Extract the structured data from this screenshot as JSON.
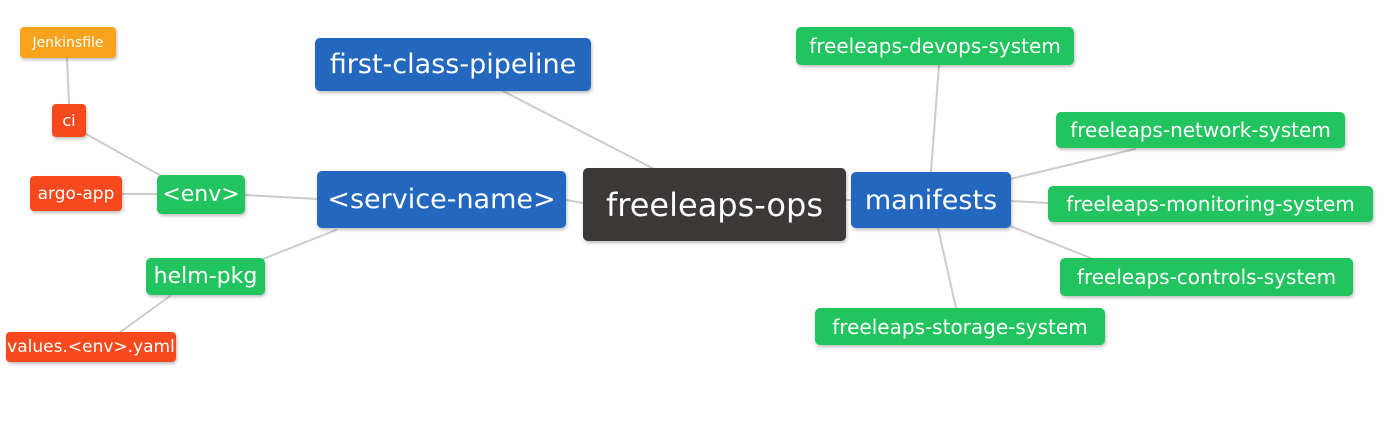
{
  "palette": {
    "root": "#3B3837",
    "blue": "#2367BE",
    "green": "#21C45F",
    "red": "#F7491E",
    "orange": "#F9A21D",
    "edge": "#CCCCCC",
    "text": "#FFFFFF",
    "bg": "#FFFFFF"
  },
  "nodes": [
    {
      "id": "jenkinsfile",
      "label": "Jenkinsfile",
      "color": "orange"
    },
    {
      "id": "ci",
      "label": "ci",
      "color": "red"
    },
    {
      "id": "argo-app",
      "label": "argo-app",
      "color": "red"
    },
    {
      "id": "env",
      "label": "<env>",
      "color": "green"
    },
    {
      "id": "helm-pkg",
      "label": "helm-pkg",
      "color": "green"
    },
    {
      "id": "values-env-yaml",
      "label": "values.<env>.yaml",
      "color": "red"
    },
    {
      "id": "first-class-pipeline",
      "label": "first-class-pipeline",
      "color": "blue"
    },
    {
      "id": "service-name",
      "label": "<service-name>",
      "color": "blue"
    },
    {
      "id": "freeleaps-ops",
      "label": "freeleaps-ops",
      "color": "root"
    },
    {
      "id": "manifests",
      "label": "manifests",
      "color": "blue"
    },
    {
      "id": "freeleaps-devops-system",
      "label": "freeleaps-devops-system",
      "color": "green"
    },
    {
      "id": "freeleaps-network-system",
      "label": "freeleaps-network-system",
      "color": "green"
    },
    {
      "id": "freeleaps-monitoring-system",
      "label": "freeleaps-monitoring-system",
      "color": "green"
    },
    {
      "id": "freeleaps-controls-system",
      "label": "freeleaps-controls-system",
      "color": "green"
    },
    {
      "id": "freeleaps-storage-system",
      "label": "freeleaps-storage-system",
      "color": "green"
    }
  ],
  "edges": [
    {
      "from": "jenkinsfile",
      "to": "ci"
    },
    {
      "from": "ci",
      "to": "env"
    },
    {
      "from": "argo-app",
      "to": "env"
    },
    {
      "from": "env",
      "to": "service-name"
    },
    {
      "from": "helm-pkg",
      "to": "service-name"
    },
    {
      "from": "values-env-yaml",
      "to": "helm-pkg"
    },
    {
      "from": "first-class-pipeline",
      "to": "freeleaps-ops"
    },
    {
      "from": "service-name",
      "to": "freeleaps-ops"
    },
    {
      "from": "freeleaps-ops",
      "to": "manifests"
    },
    {
      "from": "manifests",
      "to": "freeleaps-devops-system"
    },
    {
      "from": "manifests",
      "to": "freeleaps-network-system"
    },
    {
      "from": "manifests",
      "to": "freeleaps-monitoring-system"
    },
    {
      "from": "manifests",
      "to": "freeleaps-controls-system"
    },
    {
      "from": "manifests",
      "to": "freeleaps-storage-system"
    }
  ]
}
